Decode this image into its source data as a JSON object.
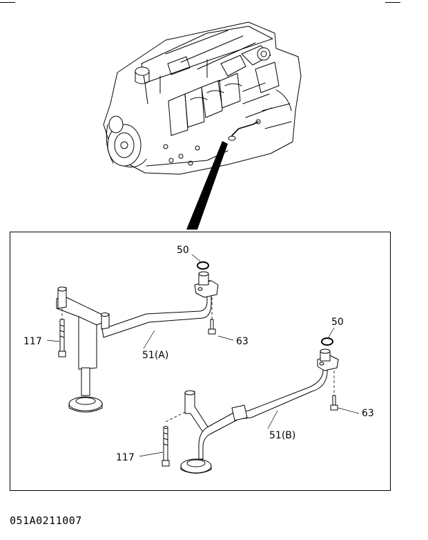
{
  "drawing_code": "051A0211007",
  "callouts": {
    "oring_upper": "50",
    "oring_lower": "50",
    "pipe_a": "51(A)",
    "pipe_b": "51(B)",
    "bolt_upper_right": "63",
    "bolt_lower_right": "63",
    "bolt_upper_left": "117",
    "bolt_lower_left": "117"
  }
}
